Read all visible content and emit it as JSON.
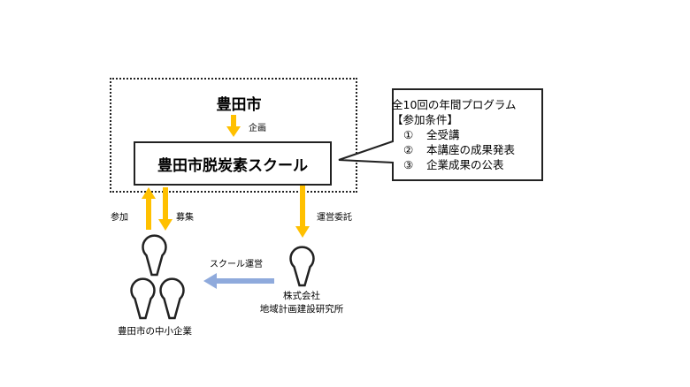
{
  "toyota_city": {
    "title": "豊田市",
    "plan_label": "企画"
  },
  "school": {
    "name": "豊田市脱炭素スクール"
  },
  "program": {
    "title": "全10回の年間プログラム",
    "conditions_label": "【参加条件】",
    "items": [
      {
        "num": "①",
        "text": "全受講"
      },
      {
        "num": "②",
        "text": "本講座の成果発表"
      },
      {
        "num": "③",
        "text": "企業成果の公表"
      }
    ]
  },
  "flows": {
    "participate": "参加",
    "recruit": "募集",
    "commission": "運営委託",
    "school_operation": "スクール運営"
  },
  "companies": {
    "label": "豊田市の中小企業"
  },
  "operator": {
    "line1": "株式会社",
    "line2": "地域計画建設研究所"
  },
  "colors": {
    "arrow_yellow": "#FFC000",
    "arrow_blue": "#8FAADC",
    "border": "#222222"
  }
}
